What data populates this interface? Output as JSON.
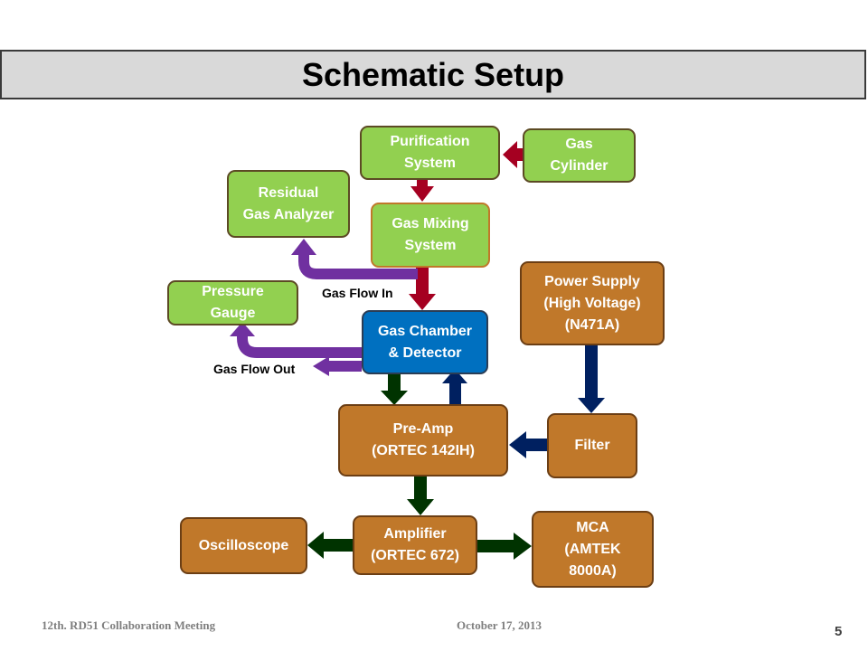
{
  "title": "Schematic Setup",
  "boxes": {
    "purification": "Purification\nSystem",
    "gas_cylinder": "Gas\nCylinder",
    "residual": "Residual\nGas Analyzer",
    "mixing": "Gas Mixing\nSystem",
    "pressure": "Pressure\nGauge",
    "chamber": "Gas Chamber\n& Detector",
    "power": "Power Supply\n(High Voltage)\n(N471A)",
    "preamp": "Pre-Amp\n(ORTEC 142IH)",
    "filter": "Filter",
    "oscilloscope": "Oscilloscope",
    "amplifier": "Amplifier\n(ORTEC 672)",
    "mca": "MCA\n(AMTEK\n8000A)"
  },
  "labels": {
    "gas_flow_in": "Gas Flow In",
    "gas_flow_out": "Gas Flow Out"
  },
  "footer": {
    "meeting": "12th. RD51 Collaboration Meeting",
    "date": "October 17,  2013",
    "page": "5"
  },
  "colors": {
    "gas_line": "#a50021",
    "vent_line": "#7030a0",
    "signal_line": "#003300",
    "power_line": "#002060",
    "green_box": "#92d050",
    "orange_box": "#c0782a",
    "blue_box": "#0070c0"
  }
}
